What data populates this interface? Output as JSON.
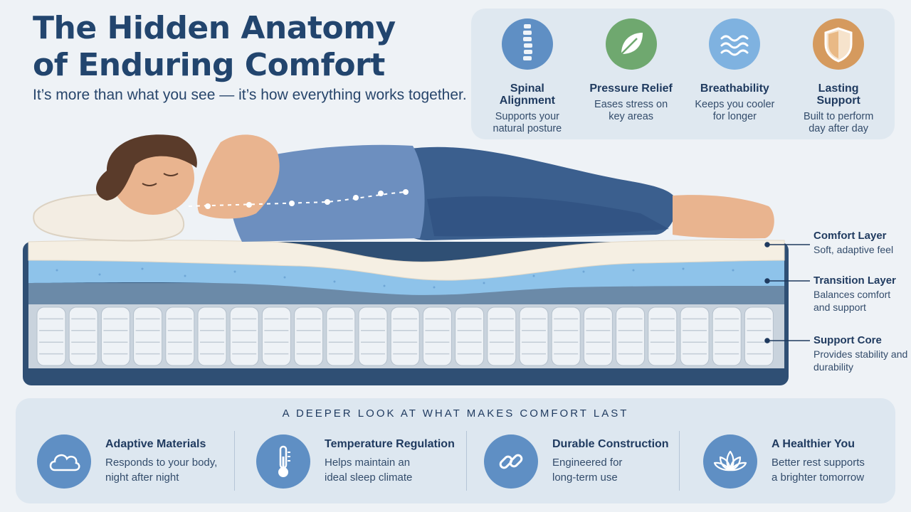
{
  "header": {
    "title_line1": "The Hidden Anatomy",
    "title_line2": "of Enduring Comfort",
    "subtitle": "It’s more than what you see — it’s how everything works together."
  },
  "benefits": [
    {
      "title": "Spinal Alignment",
      "desc": "Supports your natural posture",
      "icon": "spine-icon",
      "color": "#5f8fc4"
    },
    {
      "title": "Pressure Relief",
      "desc": "Eases stress on key areas",
      "icon": "leaf-icon",
      "color": "#6fa86f"
    },
    {
      "title": "Breathability",
      "desc": "Keeps you cooler for longer",
      "icon": "waves-icon",
      "color": "#7fb2e0"
    },
    {
      "title": "Lasting Support",
      "desc": "Built to perform day after day",
      "icon": "shield-icon",
      "color": "#d59a5e"
    }
  ],
  "layers": [
    {
      "title": "Comfort Layer",
      "desc": "Soft, adaptive feel"
    },
    {
      "title": "Transition Layer",
      "desc": "Balances comfort and support"
    },
    {
      "title": "Support Core",
      "desc": "Provides stability and durability"
    }
  ],
  "bottom": {
    "heading": "A DEEPER LOOK AT WHAT MAKES COMFORT LAST",
    "features": [
      {
        "title": "Adaptive Materials",
        "desc_line1": "Responds to your body,",
        "desc_line2": "night after night",
        "icon": "cloud-icon"
      },
      {
        "title": "Temperature Regulation",
        "desc_line1": "Helps maintain an",
        "desc_line2": "ideal sleep climate",
        "icon": "thermometer-icon"
      },
      {
        "title": "Durable Construction",
        "desc_line1": "Engineered for",
        "desc_line2": "long-term use",
        "icon": "chain-link-icon"
      },
      {
        "title": "A Healthier You",
        "desc_line1": "Better rest supports",
        "desc_line2": "a brighter tomorrow",
        "icon": "lotus-icon"
      }
    ]
  },
  "colors": {
    "navy": "#22456e",
    "accent_blue": "#5f8fc4",
    "transition_blue": "#8ec3ea",
    "comfort_cream": "#f5efe3"
  }
}
